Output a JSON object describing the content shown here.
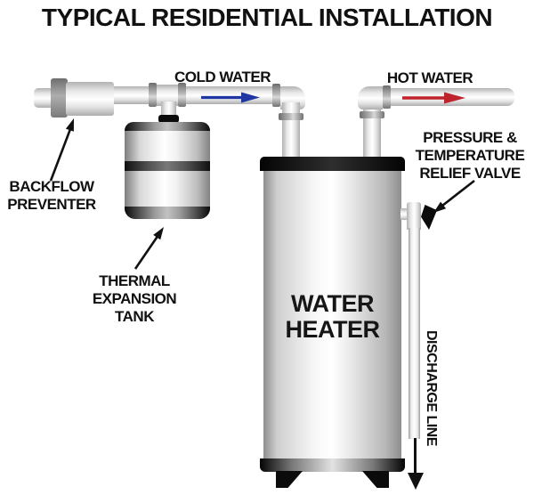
{
  "title": "TYPICAL RESIDENTIAL INSTALLATION",
  "labels": {
    "cold_water": "COLD WATER",
    "hot_water": "HOT WATER",
    "backflow_preventer": [
      "BACKFLOW",
      "PREVENTER"
    ],
    "thermal_expansion_tank": [
      "THERMAL",
      "EXPANSION",
      "TANK"
    ],
    "water_heater": [
      "WATER",
      "HEATER"
    ],
    "relief_valve": [
      "PRESSURE &",
      "TEMPERATURE",
      "RELIEF VALVE"
    ],
    "discharge_line": "DISCHARGE LINE"
  },
  "colors": {
    "cold_flow": "#1f36a5",
    "hot_flow": "#c0232b",
    "annotation": "#111111"
  }
}
